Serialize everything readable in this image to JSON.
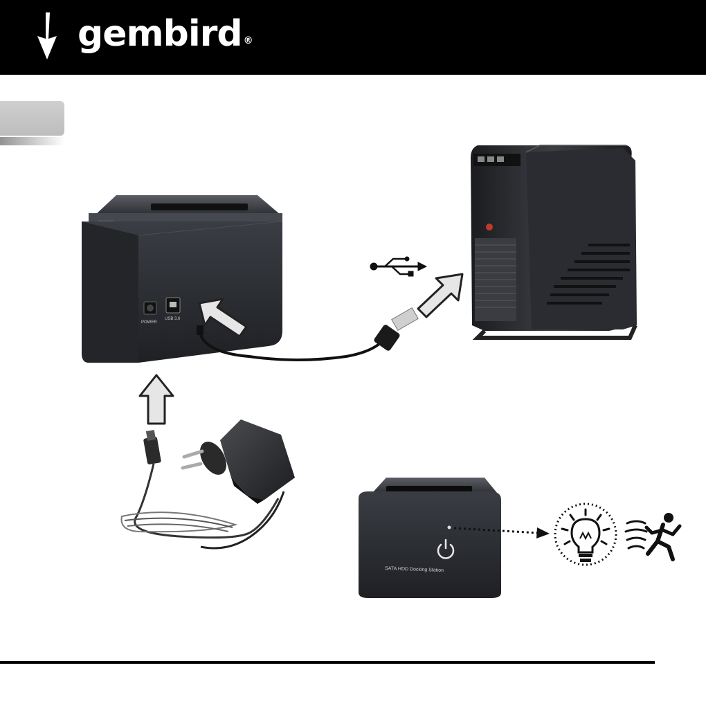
{
  "header": {
    "brand_name": "gembird",
    "brand_mark": "®",
    "logo_icon": "arrow-down-logo-icon"
  },
  "dock_rear": {
    "port_power_label": "POWER",
    "port_usb_label": "USB 3.0"
  },
  "dock_front": {
    "label": "SATA HDD Docking Station"
  },
  "icons": {
    "usb": "usb-symbol-icon",
    "lightbulb": "lightbulb-icon",
    "running_man": "running-man-icon",
    "power": "power-icon"
  },
  "colors": {
    "header_bg": "#000000",
    "device_body": "#2b2e33",
    "arrow_fill": "#e6e6e6",
    "arrow_stroke": "#222222"
  }
}
